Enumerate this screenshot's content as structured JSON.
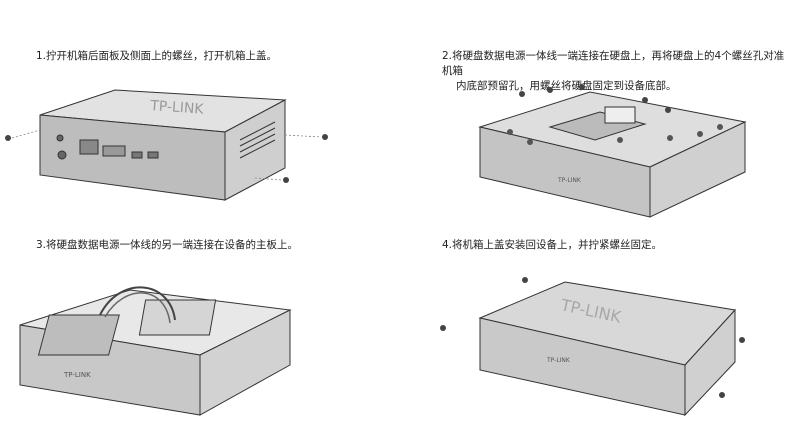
{
  "steps": [
    {
      "line1": "1.拧开机箱后面板及侧面上的螺丝，打开机箱上盖。"
    },
    {
      "line1": "2.将硬盘数据电源一体线一端连接在硬盘上，再将硬盘上的4个螺丝孔对准机箱",
      "line2": "内底部预留孔，用螺丝将硬盘固定到设备底部。"
    },
    {
      "line1": "3.将硬盘数据电源一体线的另一端连接在设备的主板上。"
    },
    {
      "line1": "4.将机箱上盖安装回设备上，并拧紧螺丝固定。"
    }
  ],
  "logos": {
    "top_cover": "TP-LINK",
    "front": "TP-LINK"
  },
  "icons": {
    "screw": "screw-icon"
  }
}
